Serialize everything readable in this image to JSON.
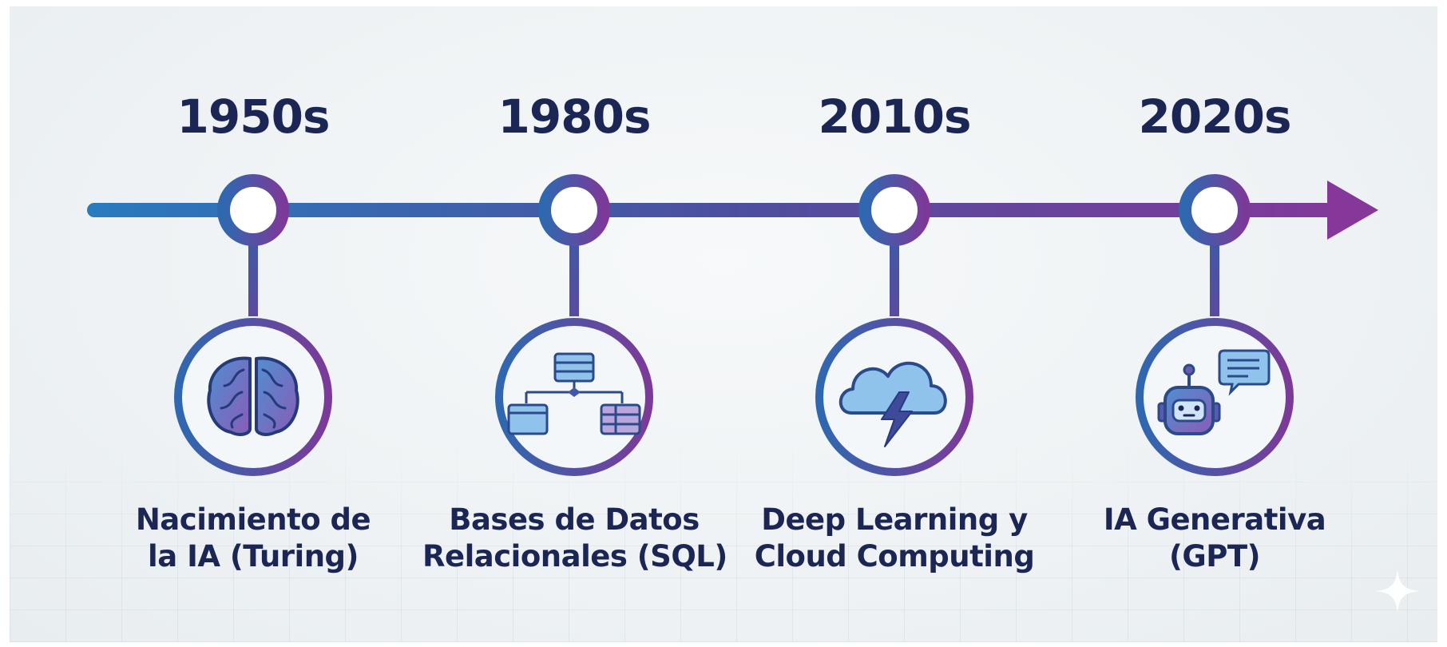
{
  "milestones": [
    {
      "year": "1950s",
      "line1": "Nacimiento de",
      "line2": "la IA (Turing)",
      "icon": "brain-icon"
    },
    {
      "year": "1980s",
      "line1": "Bases de Datos",
      "line2": "Relacionales (SQL)",
      "icon": "database-diagram-icon"
    },
    {
      "year": "2010s",
      "line1": "Deep Learning y",
      "line2": "Cloud Computing",
      "icon": "cloud-lightning-icon"
    },
    {
      "year": "2020s",
      "line1": "IA Generativa",
      "line2": "(GPT)",
      "icon": "robot-chat-icon"
    }
  ],
  "colors": {
    "blue": "#2a6fb6",
    "purple": "#7a3a96",
    "text": "#1c2654",
    "icon_blue": "#4a86c6",
    "icon_light": "#8fc3ec"
  }
}
